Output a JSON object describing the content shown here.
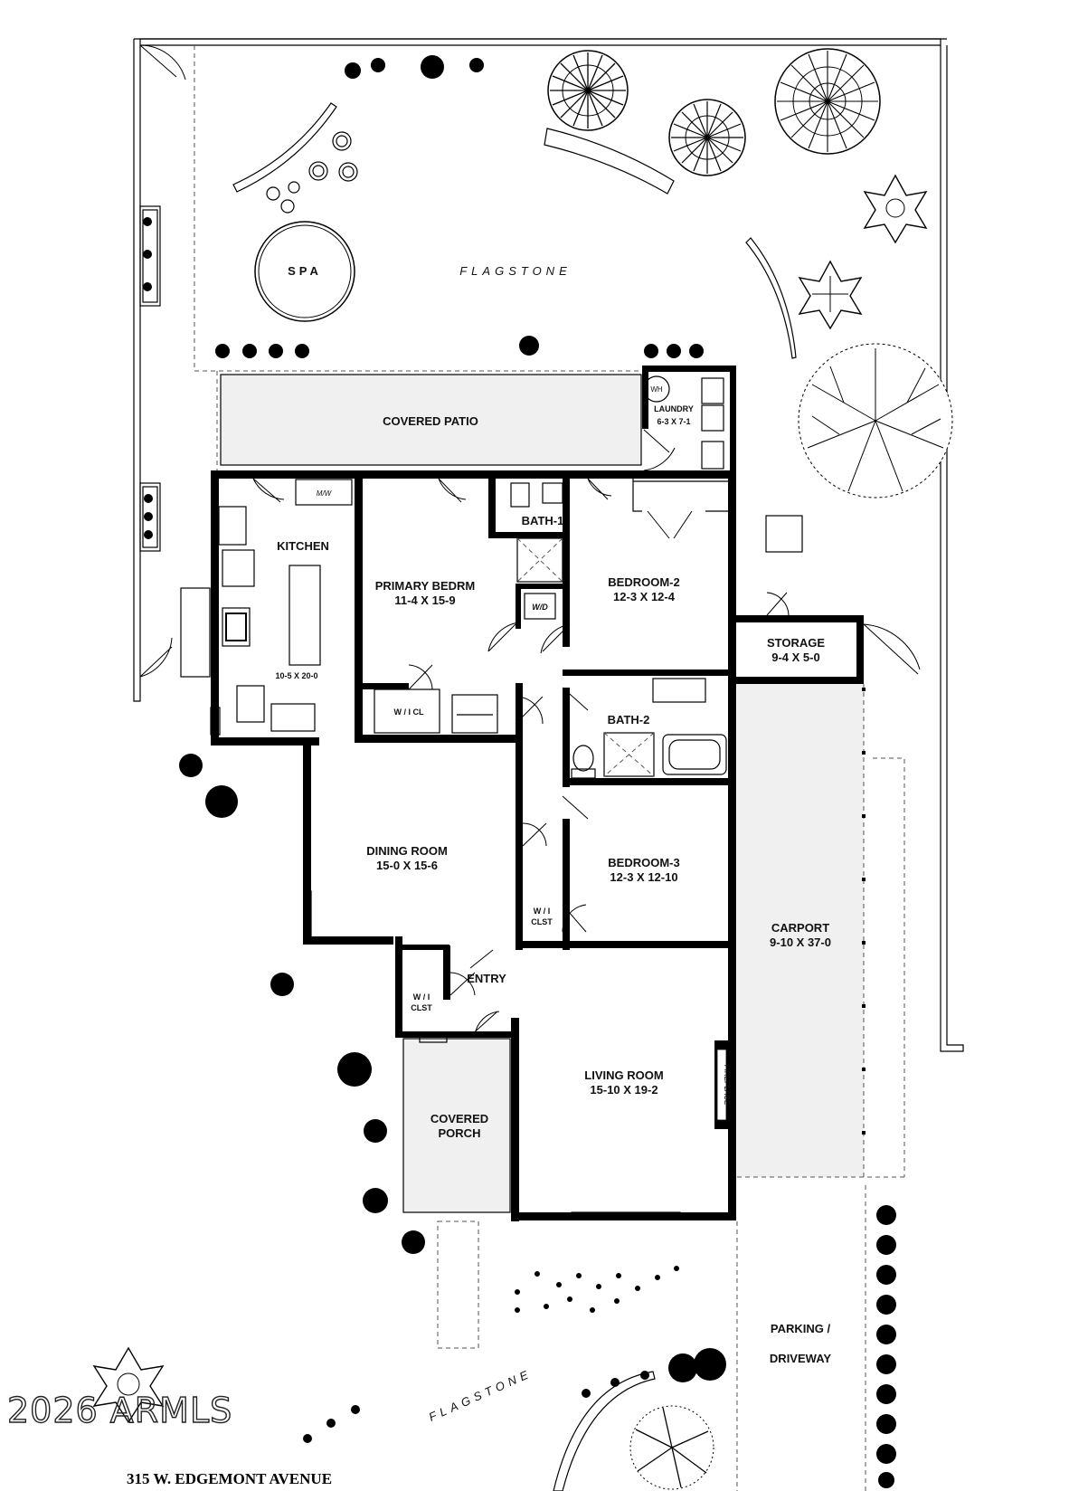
{
  "rooms": {
    "spa": "SPA",
    "flagstone_top": "FLAGSTONE",
    "covered_patio": "COVERED PATIO",
    "laundry": {
      "name": "LAUNDRY",
      "size": "6-3 X 7-1",
      "wh": "WH"
    },
    "kitchen": {
      "name": "KITCHEN",
      "size": "10-5 X 20-0",
      "mw": "M/W"
    },
    "primary_bedroom": {
      "name": "PRIMARY BEDRM",
      "size": "11-4 X 15-9"
    },
    "bath1": "BATH-1",
    "wd": "W/D",
    "bedroom2": {
      "name": "BEDROOM-2",
      "size": "12-3 X 12-4"
    },
    "storage": {
      "name": "STORAGE",
      "size": "9-4 X 5-0"
    },
    "wi_cl": "W / I CL",
    "bath2": "BATH-2",
    "dining_room": {
      "name": "DINING ROOM",
      "size": "15-0 X 15-6"
    },
    "bedroom3": {
      "name": "BEDROOM-3",
      "size": "12-3 X 12-10"
    },
    "wi_clst_bed3": {
      "line1": "W / I",
      "line2": "CLST"
    },
    "carport": {
      "name": "CARPORT",
      "size": "9-10 X 37-0"
    },
    "entry": "ENTRY",
    "wi_clst_entry": {
      "line1": "W / I",
      "line2": "CLST"
    },
    "living_room": {
      "name": "LIVING ROOM",
      "size": "15-10 X 19-2"
    },
    "fireplace": "FIREPLACE",
    "covered_porch": {
      "line1": "COVERED",
      "line2": "PORCH"
    },
    "parking": {
      "line1": "PARKING /",
      "line2": "DRIVEWAY"
    },
    "flagstone_bottom": "FLAGSTONE"
  },
  "watermark": "2026 ARMLS",
  "address": "315 W. EDGEMONT AVENUE"
}
